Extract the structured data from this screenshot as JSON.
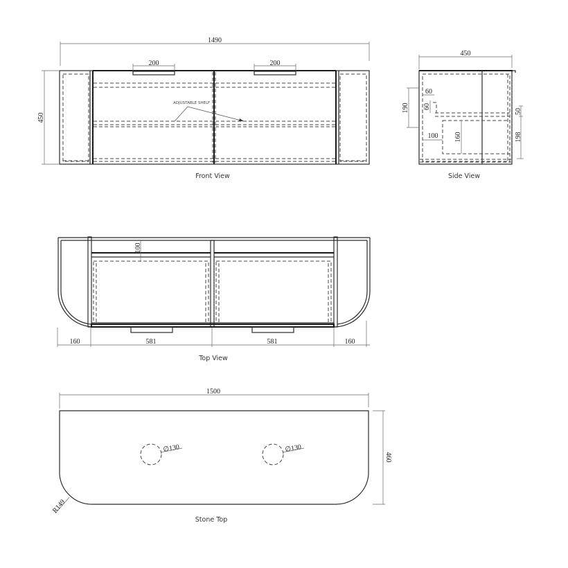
{
  "views": {
    "front": {
      "caption": "Front View",
      "width_dim": "1490",
      "height_dim": "450",
      "handle_left_dim": "200",
      "handle_right_dim": "200",
      "note": "ADJUSTABLE SHELF"
    },
    "side": {
      "caption": "Side View",
      "width_dim": "450",
      "dim_190": "190",
      "dim_60a": "60",
      "dim_60b": "60",
      "dim_100": "100",
      "dim_160": "160",
      "dim_50": "50",
      "dim_198": "198"
    },
    "top": {
      "caption": "Top View",
      "dim_100": "100",
      "dim_left": "160",
      "dim_door_left": "581",
      "dim_door_right": "581",
      "dim_right": "160"
    },
    "stone": {
      "caption": "Stone Top",
      "width_dim": "1500",
      "height_dim": "460",
      "hole_left": "∅130",
      "hole_right": "∅130",
      "radius": "R149"
    }
  }
}
